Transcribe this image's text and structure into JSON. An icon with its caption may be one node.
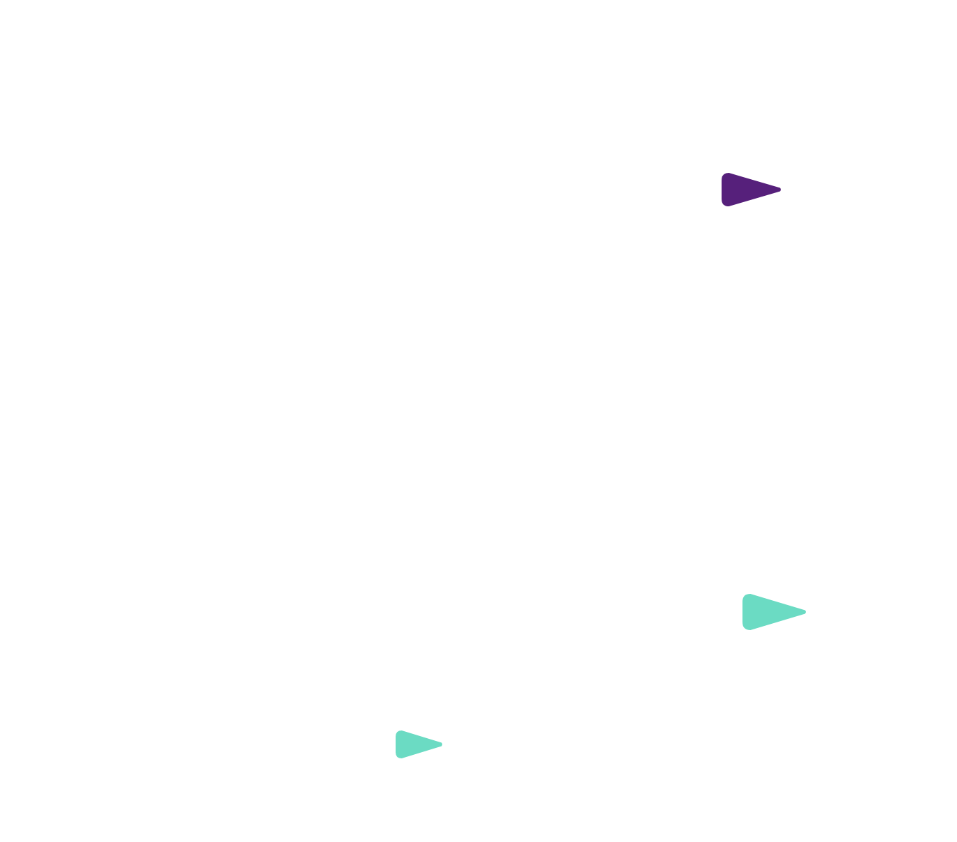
{
  "diagram": {
    "nodes": [
      {
        "text": [],
        "shape": "triangle"
      },
      {
        "text": [],
        "shape": "triangle"
      },
      {
        "text": [],
        "shape": "triangle"
      }
    ]
  }
}
